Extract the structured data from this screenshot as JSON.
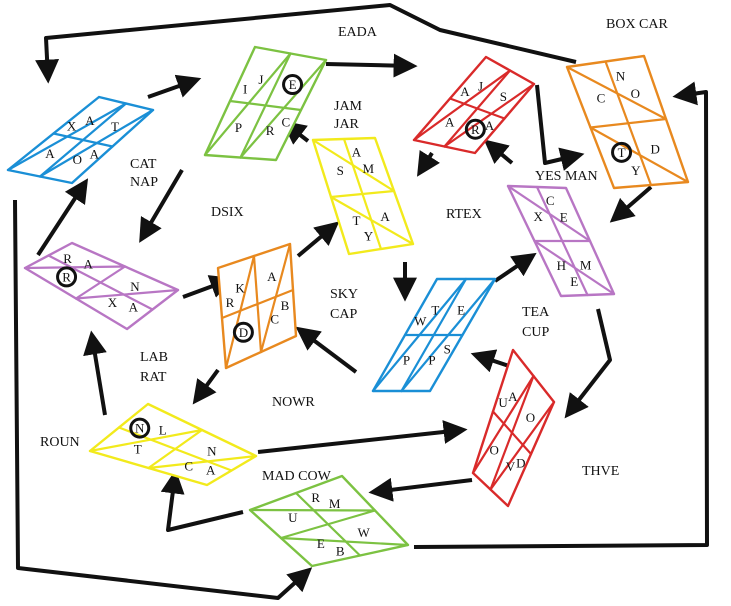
{
  "diagram": {
    "labels": {
      "eada": "EADA",
      "box_car": "BOX CAR",
      "jam": "JAM",
      "jar": "JAR",
      "cat": "CAT",
      "nap": "NAP",
      "yes_man": "YES MAN",
      "dsix": "DSIX",
      "rtex": "RTEX",
      "sky": "SKY",
      "cap": "CAP",
      "tea": "TEA",
      "cup": "CUP",
      "lab": "LAB",
      "rat": "RAT",
      "nowr": "NOWR",
      "roun": "ROUN",
      "mad_cow": "MAD COW",
      "thve": "THVE"
    },
    "pieces": {
      "cat_nap": {
        "color": "#1a8fd6",
        "letters": [
          "A",
          "A",
          "T",
          "X",
          "O",
          "A"
        ]
      },
      "eada": {
        "color": "#7cc242",
        "letters": [
          "J",
          "P",
          "E",
          "I",
          "R",
          "C"
        ]
      },
      "jam_jar": {
        "color": "#f2ea1c",
        "letters": [
          "M",
          "S",
          "A",
          "A",
          "T",
          "Y"
        ]
      },
      "yes_man_red": {
        "color": "#d92a2a",
        "letters": [
          "J",
          "A",
          "S",
          "A",
          "R",
          "A"
        ]
      },
      "box_car": {
        "color": "#e8891f",
        "letters": [
          "O",
          "C",
          "D",
          "N",
          "T",
          "Y"
        ]
      },
      "dsix": {
        "color": "#b876c4",
        "letters": [
          "A",
          "R",
          "N",
          "R",
          "X",
          "A"
        ]
      },
      "sky_cap": {
        "color": "#e8891f",
        "letters": [
          "K",
          "D",
          "A",
          "R",
          "C",
          "B"
        ]
      },
      "rtex": {
        "color": "#b876c4",
        "letters": [
          "E",
          "X",
          "M",
          "C",
          "H",
          "E"
        ]
      },
      "tea_cup": {
        "color": "#1a8fd6",
        "letters": [
          "T",
          "P",
          "E",
          "W",
          "P",
          "S"
        ]
      },
      "roun": {
        "color": "#f2ea1c",
        "letters": [
          "L",
          "T",
          "N",
          "N",
          "C",
          "A"
        ]
      },
      "thve": {
        "color": "#d92a2a",
        "letters": [
          "A",
          "O",
          "O",
          "U",
          "V",
          "D"
        ]
      },
      "mad_cow": {
        "color": "#7cc242",
        "letters": [
          "M",
          "U",
          "W",
          "R",
          "E",
          "B"
        ]
      }
    }
  }
}
